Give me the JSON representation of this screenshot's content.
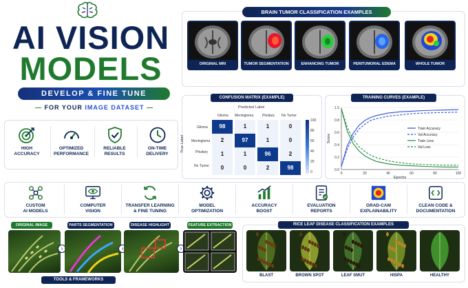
{
  "hero": {
    "title_line1": "AI VISION",
    "title_line2": "MODELS",
    "banner": "DEVELOP & FINE TUNE",
    "subtitle_prefix": "FOR YOUR",
    "subtitle_highlight": "IMAGE DATASET"
  },
  "benefits": [
    {
      "label1": "HIGH",
      "label2": "ACCURACY",
      "icon": "target-icon"
    },
    {
      "label1": "OPTIMIZED",
      "label2": "PERFORMANCE",
      "icon": "speedometer-icon"
    },
    {
      "label1": "RELIABLE",
      "label2": "RESULTS",
      "icon": "shield-check-icon"
    },
    {
      "label1": "ON-TIME",
      "label2": "DELIVERY",
      "icon": "clock-icon"
    }
  ],
  "brain": {
    "heading": "BRAIN TUMOR CLASSIFICATION EXAMPLES",
    "images": [
      "ORIGINAL MRI",
      "TUMOR SEGMENTATION",
      "ENHANCING TUMOR",
      "PERITUMORAL EDEMA",
      "WHOLE TUMOR"
    ]
  },
  "confusion": {
    "heading": "CONFUSION MATRIX (EXAMPLE)",
    "x_title": "Predicted Label",
    "y_title": "True Label",
    "labels": [
      "Glioma",
      "Meningioma",
      "Pituitary",
      "No Tumor"
    ],
    "matrix": [
      [
        98,
        1,
        1,
        0
      ],
      [
        2,
        97,
        1,
        0
      ],
      [
        1,
        1,
        96,
        2
      ],
      [
        0,
        0,
        2,
        98
      ]
    ],
    "scale_ticks": [
      "100",
      "80",
      "60",
      "40",
      "20",
      "0"
    ]
  },
  "chart_data": {
    "type": "line",
    "title": "TRAINING CURVES (EXAMPLE)",
    "xlabel": "Epochs",
    "ylabel": "Score",
    "xlim": [
      0,
      100
    ],
    "ylim": [
      0,
      1.0
    ],
    "x_ticks": [
      "0",
      "20",
      "40",
      "60",
      "80",
      "100"
    ],
    "y_ticks": [
      "0.0",
      "0.2",
      "0.4",
      "0.6",
      "0.8",
      "1.0"
    ],
    "x": [
      0,
      5,
      10,
      15,
      20,
      25,
      30,
      40,
      50,
      60,
      70,
      80,
      90,
      100
    ],
    "series": [
      {
        "name": "Train Accuracy",
        "color": "#2b4fd8",
        "dashed": false,
        "values": [
          0.05,
          0.38,
          0.58,
          0.71,
          0.79,
          0.84,
          0.87,
          0.91,
          0.93,
          0.94,
          0.95,
          0.955,
          0.96,
          0.965
        ]
      },
      {
        "name": "Val Accuracy",
        "color": "#2b4fd8",
        "dashed": true,
        "values": [
          0.05,
          0.33,
          0.52,
          0.65,
          0.73,
          0.79,
          0.82,
          0.86,
          0.88,
          0.9,
          0.91,
          0.915,
          0.92,
          0.925
        ]
      },
      {
        "name": "Train Loss",
        "color": "#1f8a3a",
        "dashed": false,
        "values": [
          0.98,
          0.62,
          0.42,
          0.3,
          0.22,
          0.17,
          0.13,
          0.09,
          0.07,
          0.06,
          0.05,
          0.045,
          0.04,
          0.04
        ]
      },
      {
        "name": "Val Loss",
        "color": "#1f8a3a",
        "dashed": true,
        "values": [
          0.98,
          0.68,
          0.49,
          0.37,
          0.29,
          0.23,
          0.19,
          0.14,
          0.11,
          0.09,
          0.08,
          0.075,
          0.07,
          0.07
        ]
      }
    ],
    "legend": "right"
  },
  "services": [
    {
      "line1": "CUSTOM",
      "line2": "AI MODELS",
      "icon": "neural-network-icon"
    },
    {
      "line1": "COMPUTER",
      "line2": "VISION",
      "icon": "eye-monitor-icon"
    },
    {
      "line1": "TRANSFER LEARNING",
      "line2": "& FINE TUNING",
      "icon": "refresh-icon"
    },
    {
      "line1": "MODEL",
      "line2": "OPTIMIZATION",
      "icon": "gear-icon"
    },
    {
      "line1": "ACCURACY",
      "line2": "BOOST",
      "icon": "bar-chart-icon"
    },
    {
      "line1": "EVALUATION",
      "line2": "REPORTS",
      "icon": "report-icon"
    },
    {
      "line1": "GRAD-CAM",
      "line2": "EXPLAINABILITY",
      "icon": "heatmap-icon"
    },
    {
      "line1": "CLEAN CODE &",
      "line2": "DOCUMENTATION",
      "icon": "code-icon"
    }
  ],
  "pipeline": {
    "steps": [
      "ORIGINAL IMAGE",
      "PARTS SEGMENTATION",
      "DISEASE HIGHLIGHT",
      "FEATURE EXTRACTION"
    ]
  },
  "rice": {
    "heading": "RICE LEAF DISEASE CLASSIFICATION EXAMPLES",
    "leaves": [
      "BLAST",
      "BROWN SPOT",
      "LEAF SMUT",
      "HISPA",
      "HEALTHY"
    ]
  },
  "tools": {
    "heading": "TOOLS & FRAMEWORKS"
  },
  "colors": {
    "navy": "#0d2454",
    "green": "#1f7a2e",
    "accent_blue": "#2b4fd8"
  }
}
